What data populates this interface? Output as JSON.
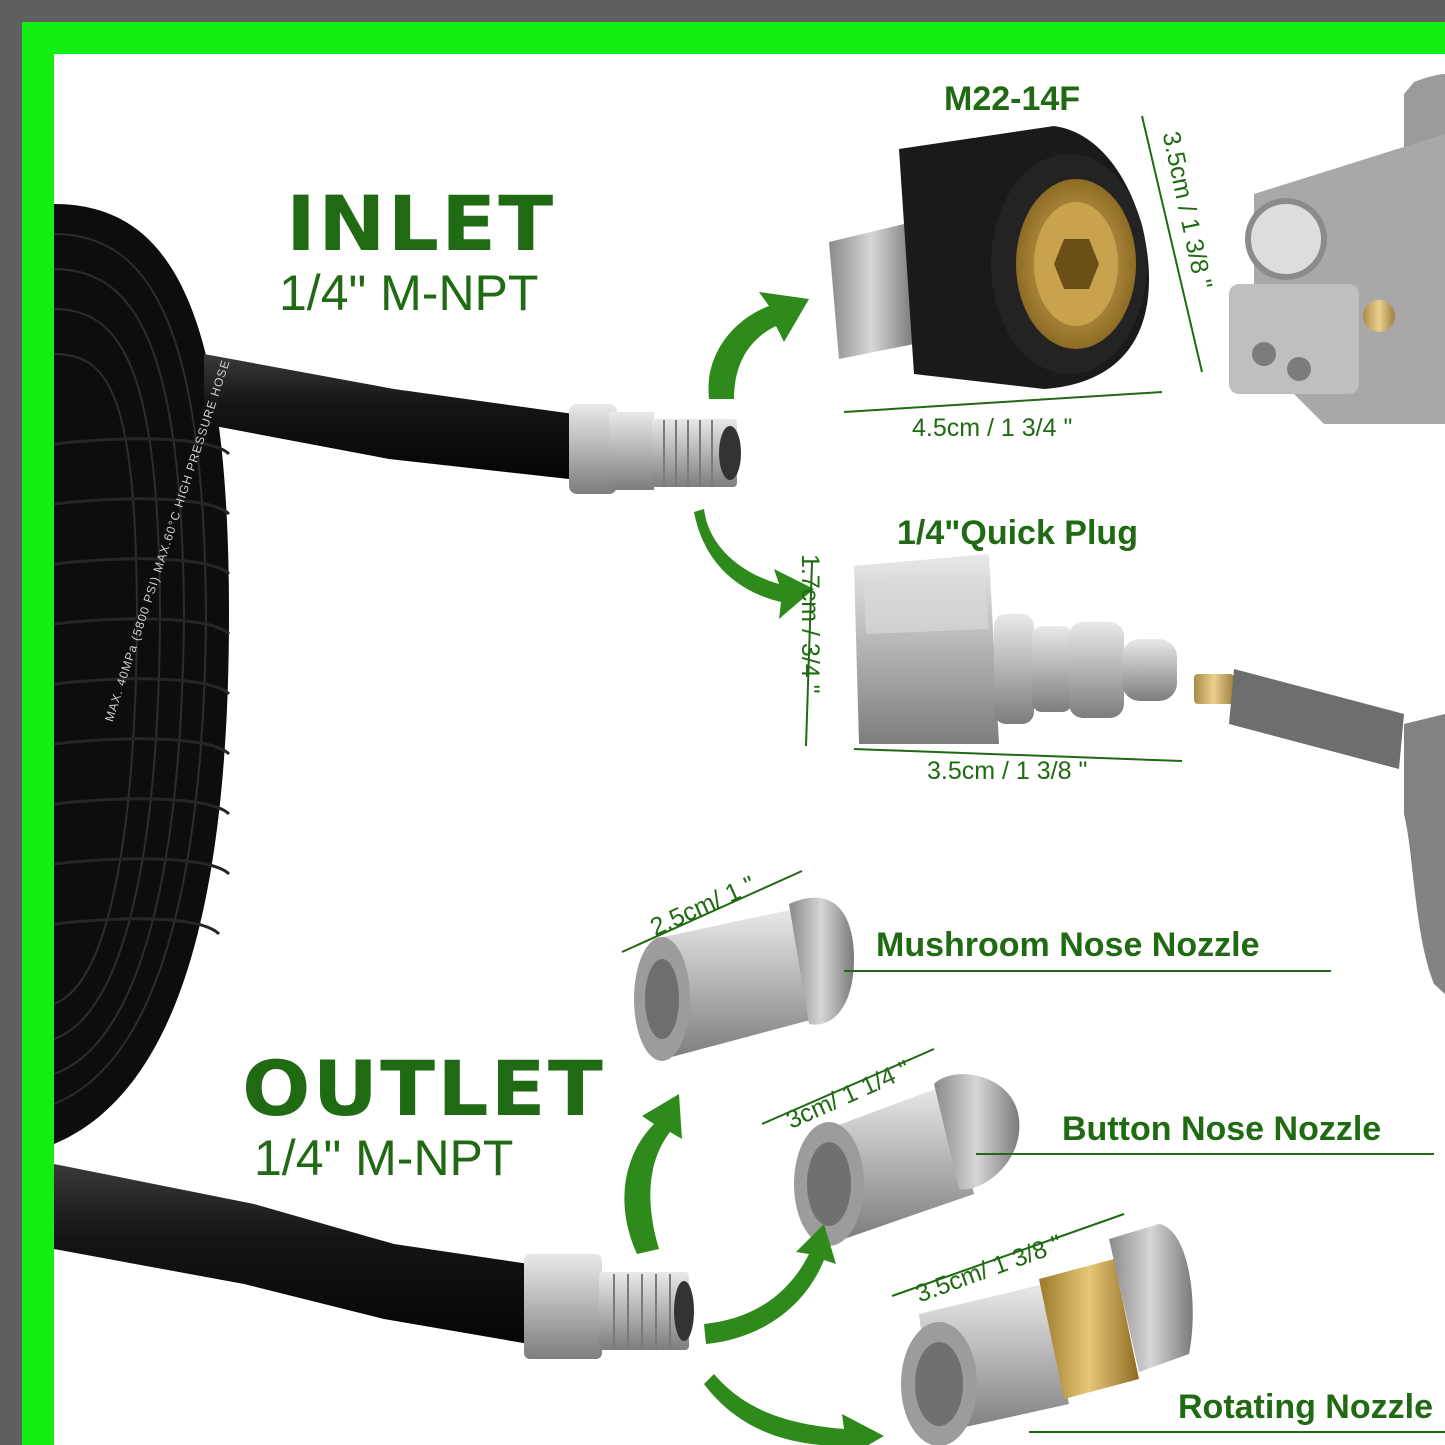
{
  "inlet": {
    "title": "INLET",
    "thread": "1/4\" M-NPT"
  },
  "outlet": {
    "title": "OUTLET",
    "thread": "1/4\" M-NPT"
  },
  "parts": {
    "m22": {
      "name": "M22-14F",
      "dim_height": "3.5cm / 1 3/8 \"",
      "dim_width": "4.5cm / 1 3/4 \""
    },
    "quick_plug": {
      "name": "1/4\"Quick Plug",
      "dim_height": "1.7cm / 3/4 \"",
      "dim_width": "3.5cm / 1 3/8 \""
    },
    "mushroom": {
      "name": "Mushroom Nose Nozzle",
      "dim": "2.5cm/ 1 \""
    },
    "button": {
      "name": "Button Nose Nozzle",
      "dim": "3cm/ 1 1/4 \""
    },
    "rotating": {
      "name": "Rotating Nozzle",
      "dim": "3.5cm/ 1 3/8 \""
    }
  },
  "hose_print": "MAX. 40MPa (5800 PSI) MAX.60°C HIGH PRESSURE HOSE",
  "colors": {
    "frame": "#13ee13",
    "text_green": "#1f6a12",
    "arrow_green": "#2f8a1c",
    "hose": "#121212"
  }
}
